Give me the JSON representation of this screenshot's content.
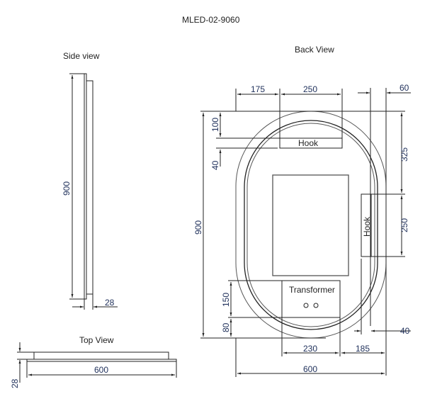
{
  "title": "MLED-02-9060",
  "views": {
    "side": {
      "label": "Side view",
      "height_dim": "900",
      "depth_dim": "28"
    },
    "top": {
      "label": "Top View",
      "width_dim": "600",
      "depth_dim": "28"
    },
    "back": {
      "label": "Back View",
      "dims": {
        "top_left_offset": "175",
        "top_hook_width": "250",
        "right_offset_top": "60",
        "top_hook_from_top": "100",
        "top_hook_gap": "40",
        "overall_height": "900",
        "right_hook_from_top": "325",
        "right_hook_height": "250",
        "transformer_height": "150",
        "transformer_from_bottom": "80",
        "transformer_width": "230",
        "transformer_from_right": "185",
        "overall_width": "600",
        "right_offset_bottom": "40"
      },
      "components": {
        "top_hook_label": "Hook",
        "right_hook_label": "Hook",
        "transformer_label": "Transformer",
        "transformer_sockets": "o o"
      }
    }
  },
  "colors": {
    "line": "#222222",
    "dim_text": "#1e2f5a",
    "background": "#ffffff"
  }
}
